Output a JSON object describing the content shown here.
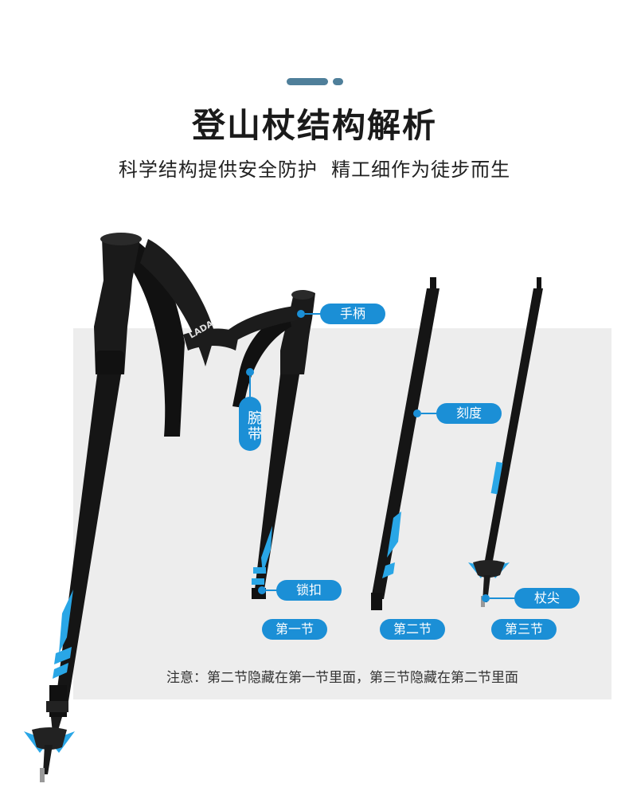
{
  "header": {
    "title": "登山杖结构解析",
    "subtitle": "科学结构提供安全防护  精工细作为徒步而生"
  },
  "colors": {
    "accent": "#1b8fd6",
    "deco": "#4f7f9a",
    "panel": "#ededed",
    "pole": "#151515"
  },
  "labels": {
    "handle": "手柄",
    "wrist_strap": "腕带",
    "scale": "刻度",
    "lock": "锁扣",
    "tip": "杖尖"
  },
  "sections": {
    "first": "第一节",
    "second": "第二节",
    "third": "第三节"
  },
  "strap_brand": "LADACAL",
  "note": "注意：第二节隐藏在第一节里面，第三节隐藏在第二节里面"
}
